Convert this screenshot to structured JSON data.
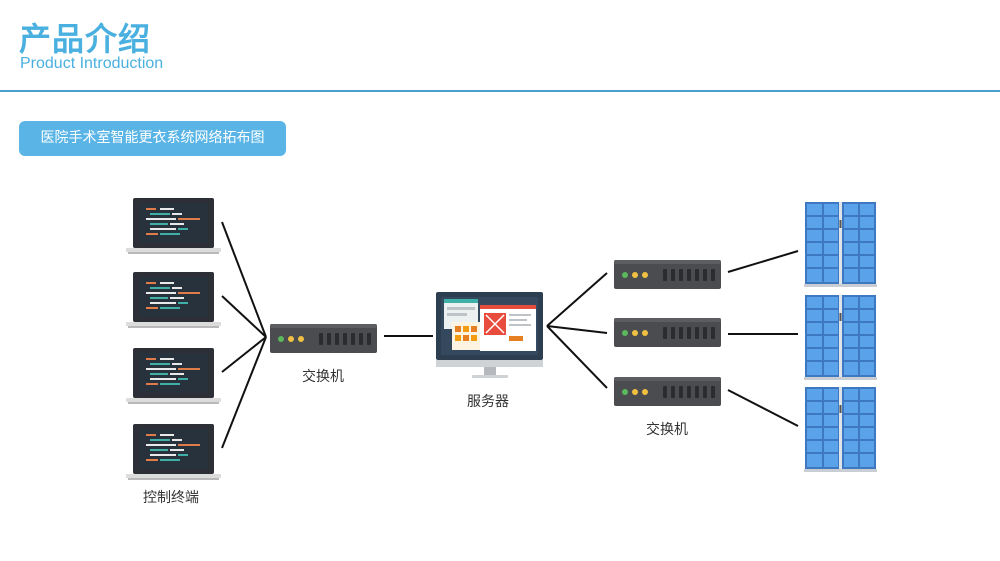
{
  "header": {
    "title": "产品介绍",
    "subtitle": "Product Introduction"
  },
  "diagram": {
    "title": "医院手术室智能更衣系统网络拓布图",
    "labels": {
      "terminals": "控制终端",
      "switch_left": "交换机",
      "server": "服务器",
      "switch_right": "交换机"
    },
    "colors": {
      "accent": "#4ab0e0",
      "line": "#111111",
      "device_body": "#4a4a4a",
      "locker_blue": "#4a90d9"
    },
    "icons": {
      "terminal": "laptop-icon",
      "switch": "network-switch-icon",
      "server": "monitor-icon",
      "locker": "locker-cabinet-icon"
    }
  }
}
